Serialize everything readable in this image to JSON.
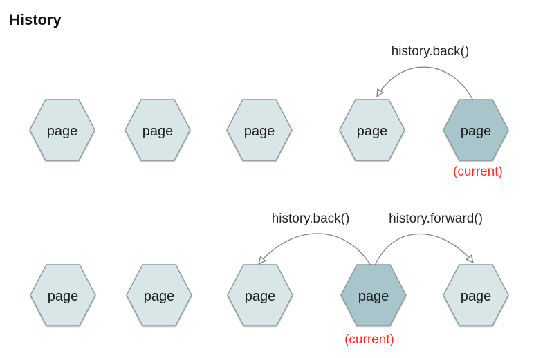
{
  "title": "History",
  "colors": {
    "background": "#ffffff",
    "hexagon_fill": "#d9e6e7",
    "hexagon_current_fill": "#a7c5cb",
    "hexagon_border": "#8f9a9a",
    "arrow": "#7f7f7f",
    "current_text": "#fb2b2b",
    "label_text": "#262626"
  },
  "rows": [
    {
      "name": "top",
      "hexagons": [
        {
          "label": "page"
        },
        {
          "label": "page"
        },
        {
          "label": "page"
        },
        {
          "label": "page"
        },
        {
          "label": "page",
          "current": true
        }
      ],
      "current_label": "(current)",
      "arrows": [
        {
          "label": "history.back()",
          "from": "hexagon-5-current",
          "to": "hexagon-4"
        }
      ]
    },
    {
      "name": "bottom",
      "hexagons": [
        {
          "label": "page"
        },
        {
          "label": "page"
        },
        {
          "label": "page"
        },
        {
          "label": "page",
          "current": true
        },
        {
          "label": "page"
        }
      ],
      "current_label": "(current)",
      "arrows": [
        {
          "label": "history.back()",
          "from": "hexagon-4-current",
          "to": "hexagon-3"
        },
        {
          "label": "history.forward()",
          "from": "hexagon-4-current",
          "to": "hexagon-5"
        }
      ]
    }
  ]
}
